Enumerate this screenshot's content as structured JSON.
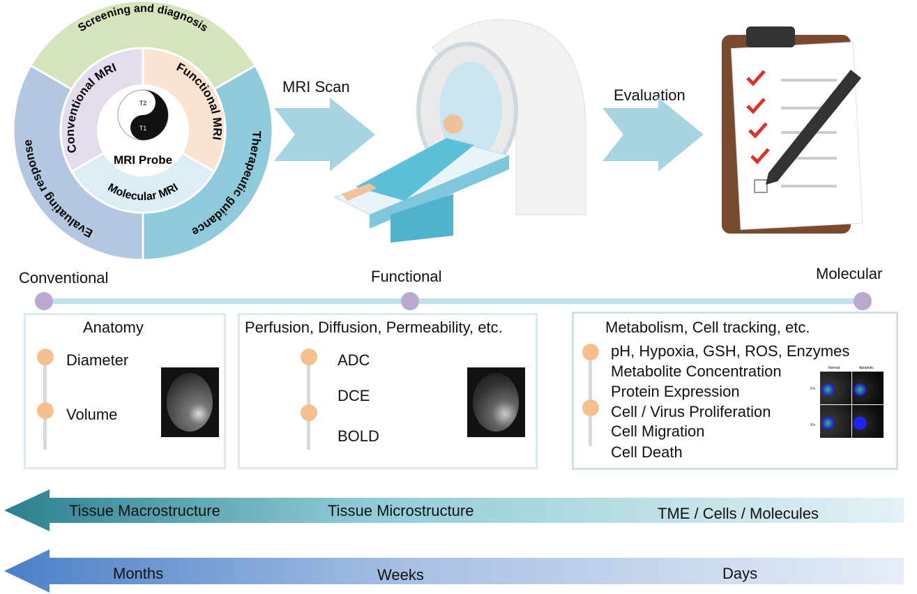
{
  "wheel": {
    "center": "MRI Probe",
    "probe_labels": [
      "T2",
      "T1"
    ],
    "inner": [
      "Conventional MRI",
      "Functional MRI",
      "Molecular MRI"
    ],
    "outer": [
      "Screening and diagnosis",
      "Therapeutic guidance",
      "Evaluating response"
    ],
    "colors": {
      "green": "#d6e4bd",
      "teal": "#8fcadb",
      "blue": "#b3c7e0",
      "purple": "#e4dcec",
      "peach": "#fbe3d1",
      "lightblue": "#dcedf3"
    }
  },
  "steps": {
    "scan_label": "MRI Scan",
    "evaluation_label": "Evaluation"
  },
  "timeline": {
    "points": [
      "Conventional",
      "Functional",
      "Molecular"
    ]
  },
  "panels": {
    "conventional": {
      "title": "Anatomy",
      "items": [
        "Diameter",
        "Volume"
      ]
    },
    "functional": {
      "title": "Perfusion, Diffusion, Permeability, etc.",
      "items": [
        "ADC",
        "DCE",
        "BOLD"
      ]
    },
    "molecular": {
      "title": "Metabolism, Cell tracking, etc.",
      "items": [
        "pH, Hypoxia, GSH, ROS, Enzymes",
        "Metabolite Concentration",
        "Protein Expression",
        "Cell / Virus Proliferation",
        "Cell Migration",
        "Cell Death"
      ],
      "image_labels": {
        "cols": [
          "Normal",
          "Apoptotic"
        ],
        "rows": [
          "0 h",
          "3 h"
        ]
      }
    }
  },
  "scale_arrow": {
    "labels": [
      "Tissue Macrostructure",
      "Tissue Microstructure",
      "TME / Cells / Molecules"
    ],
    "color": "#2f8a99"
  },
  "time_arrow": {
    "labels": [
      "Months",
      "Weeks",
      "Days"
    ],
    "color": "#4a80c8"
  }
}
